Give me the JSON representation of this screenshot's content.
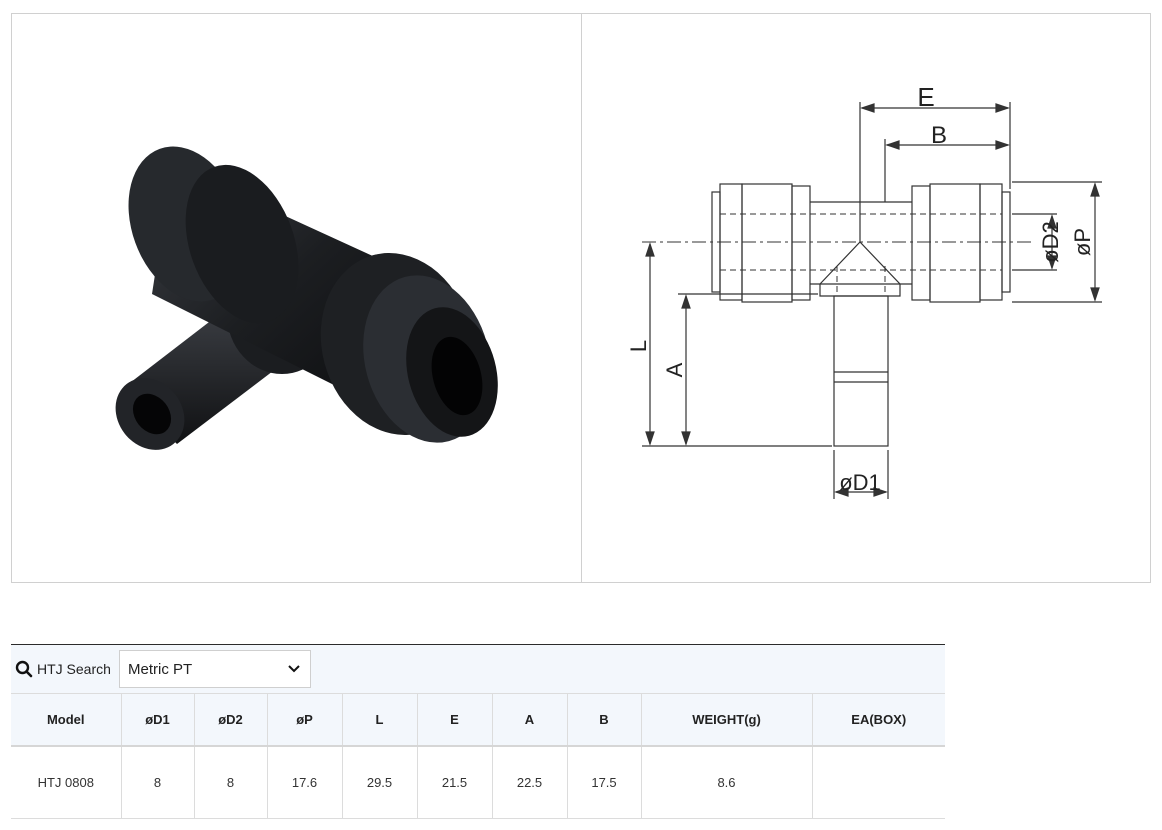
{
  "drawing": {
    "labels": {
      "E": "E",
      "B": "B",
      "D2": "øD2",
      "P": "øP",
      "L": "L",
      "A": "A",
      "D1": "øD1"
    }
  },
  "search": {
    "label": "HTJ Search",
    "selected": "Metric PT"
  },
  "table": {
    "headers": [
      "Model",
      "øD1",
      "øD2",
      "øP",
      "L",
      "E",
      "A",
      "B",
      "WEIGHT(g)",
      "EA(BOX)"
    ],
    "rows": [
      [
        "HTJ 0808",
        "8",
        "8",
        "17.6",
        "29.5",
        "21.5",
        "22.5",
        "17.5",
        "8.6",
        ""
      ]
    ]
  },
  "colors": {
    "header_bg": "#f3f7fc",
    "fitting": "#1a1c1f",
    "border": "#d0d0d0"
  }
}
